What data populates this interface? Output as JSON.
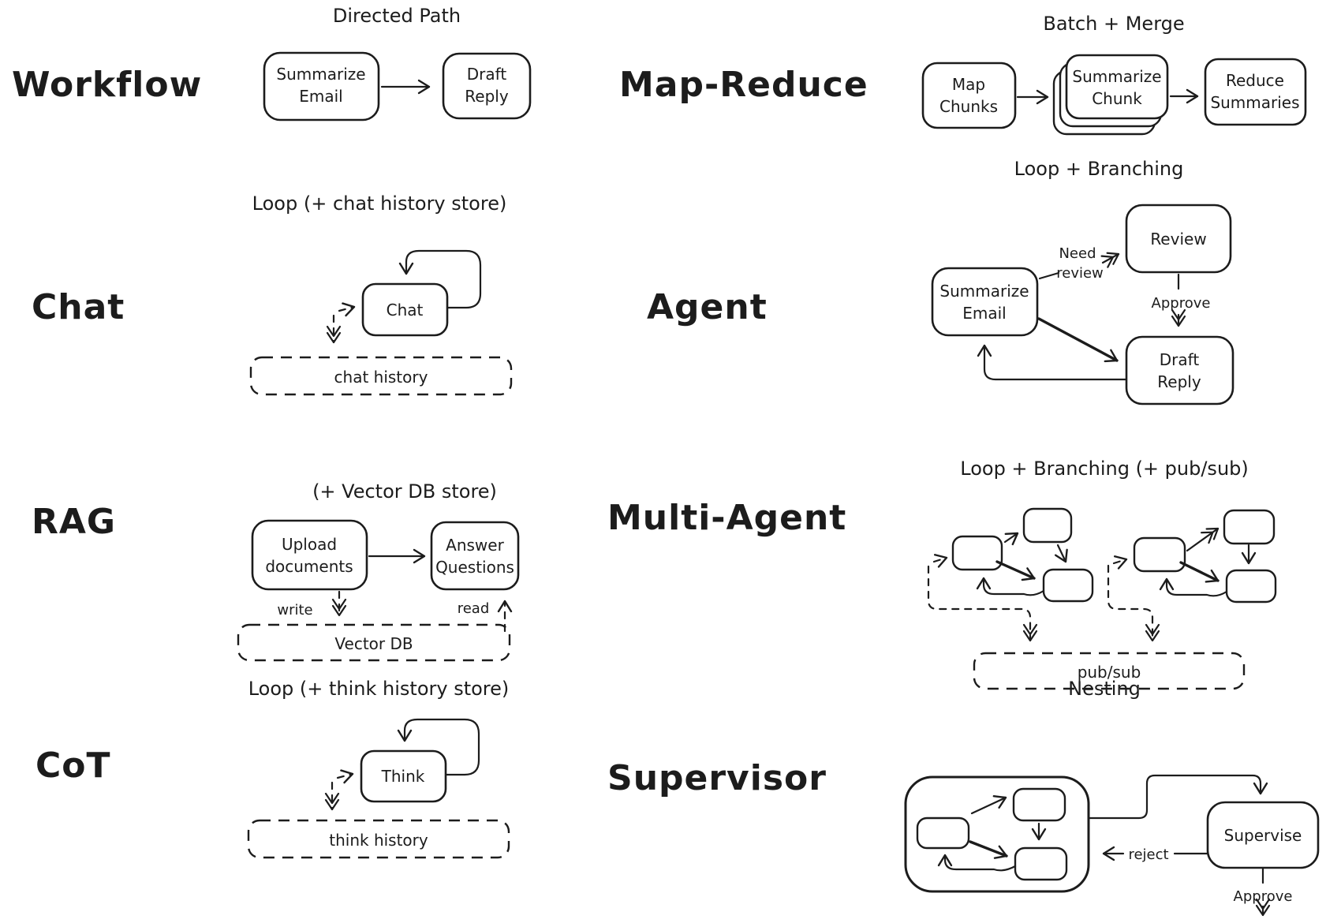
{
  "colors": {
    "ink": "#1c1c1c",
    "background": "#ffffff"
  },
  "sections": {
    "workflow": {
      "label": "Workflow",
      "subtitle": "Directed Path",
      "node_summarize": [
        "Summarize",
        "Email"
      ],
      "node_draft": [
        "Draft",
        "Reply"
      ]
    },
    "map_reduce": {
      "label": "Map-Reduce",
      "subtitle": "Batch + Merge",
      "node_map": [
        "Map",
        "Chunks"
      ],
      "node_summarize": [
        "Summarize",
        "Chunk"
      ],
      "node_reduce": [
        "Reduce",
        "Summaries"
      ]
    },
    "chat": {
      "label": "Chat",
      "subtitle": "Loop (+ chat history store)",
      "node": "Chat",
      "store": "chat history"
    },
    "agent": {
      "label": "Agent",
      "subtitle": "Loop + Branching",
      "node_summarize": [
        "Summarize",
        "Email"
      ],
      "node_review": "Review",
      "node_draft": [
        "Draft",
        "Reply"
      ],
      "edge_need_review": [
        "Need",
        "review"
      ],
      "edge_approve": "Approve"
    },
    "rag": {
      "label": "RAG",
      "subtitle": "(+ Vector DB store)",
      "node_upload": [
        "Upload",
        "documents"
      ],
      "node_answer": [
        "Answer",
        "Questions"
      ],
      "edge_write": "write",
      "edge_read": "read",
      "store": "Vector DB"
    },
    "multi_agent": {
      "label": "Multi-Agent",
      "subtitle": "Loop + Branching (+ pub/sub)",
      "store": "pub/sub"
    },
    "cot": {
      "label": "CoT",
      "subtitle": "Loop (+ think history store)",
      "node": "Think",
      "store": "think history"
    },
    "supervisor": {
      "label": "Supervisor",
      "subtitle": "Nesting",
      "node": "Supervise",
      "edge_reject": "reject",
      "edge_approve": "Approve"
    }
  }
}
